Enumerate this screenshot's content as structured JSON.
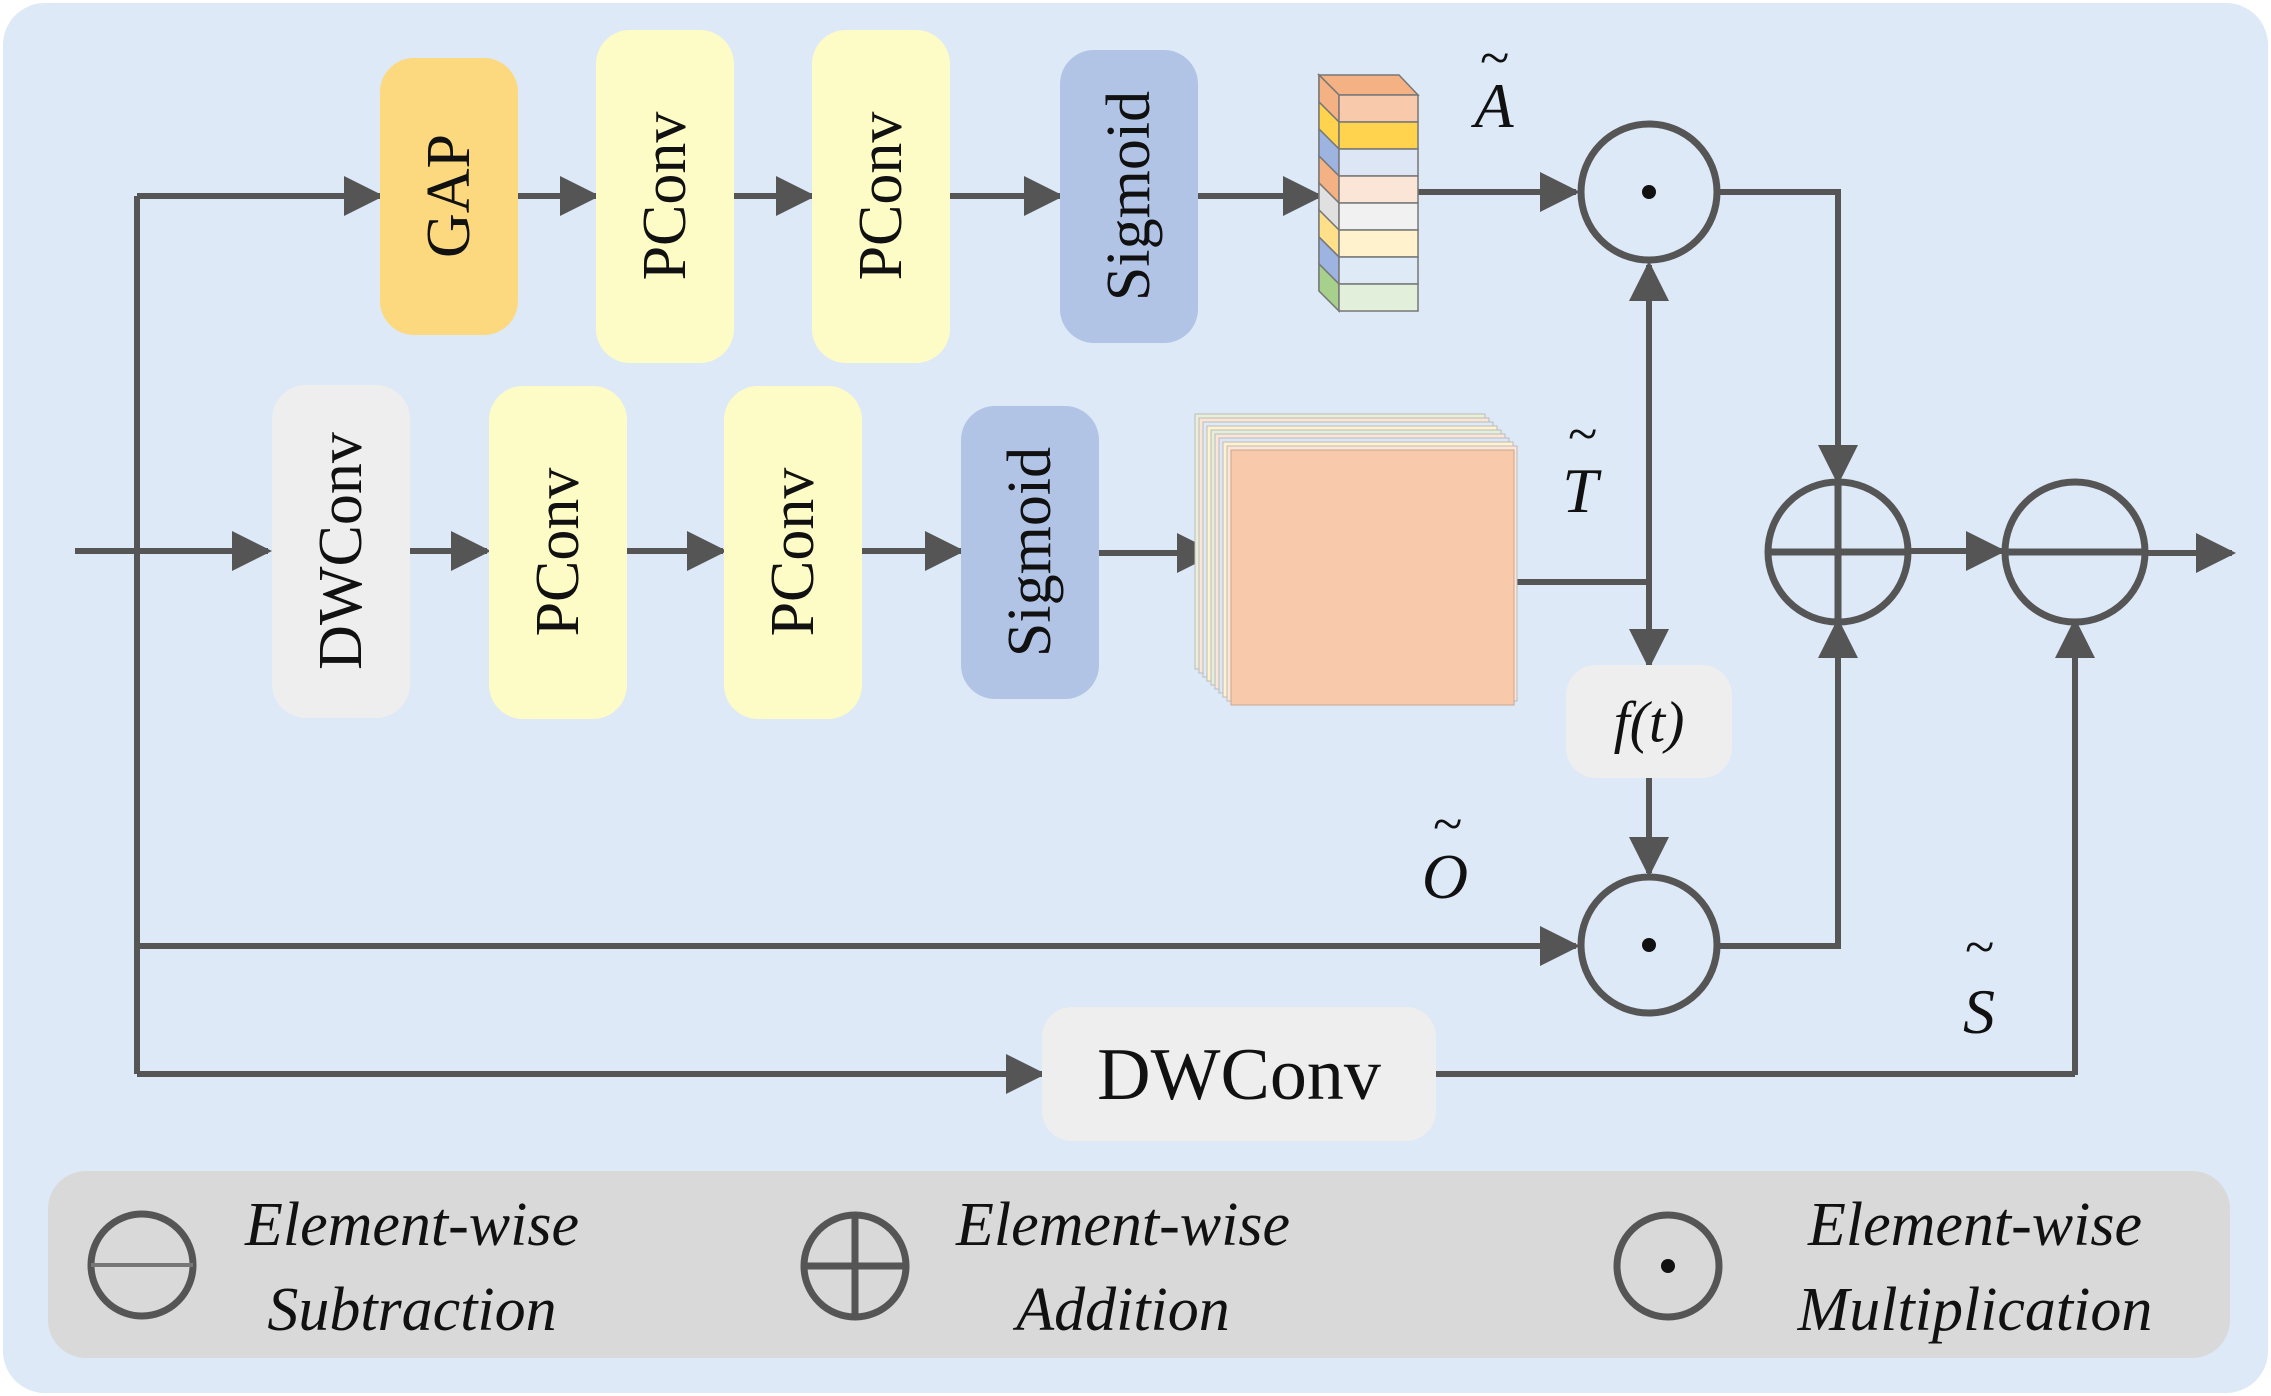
{
  "blocks": {
    "gap": "GAP",
    "top_pconv1": "PConv",
    "top_pconv2": "PConv",
    "top_sigmoid": "Sigmoid",
    "mid_dwconv": "DWConv",
    "mid_pconv1": "PConv",
    "mid_pconv2": "PConv",
    "mid_sigmoid": "Sigmoid",
    "bottom_dwconv": "DWConv",
    "ft": "f(t)"
  },
  "symbols": {
    "A": "A",
    "T": "T",
    "O": "O",
    "S": "S",
    "tilde": "~"
  },
  "legend": {
    "subtraction_line1": "Element-wise",
    "subtraction_line2": "Subtraction",
    "addition_line1": "Element-wise",
    "addition_line2": "Addition",
    "multiplication_line1": "Element-wise",
    "multiplication_line2": "Multiplication"
  },
  "colors": {
    "background": "#dde9f6",
    "legend_bg": "#d9d9d9",
    "gap": "#fcd97e",
    "pconv": "#fdfcc6",
    "sigmoid": "#b1c4e6",
    "dwconv": "#eeeeee",
    "feature_map": "#f8c9ab",
    "line": "#555555"
  }
}
